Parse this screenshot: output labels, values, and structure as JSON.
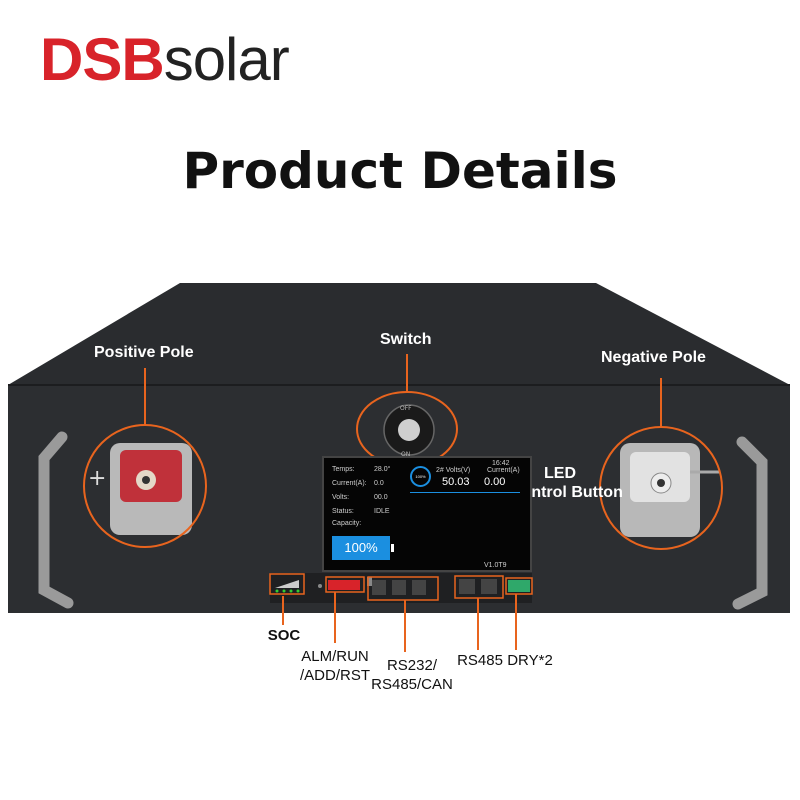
{
  "brand": {
    "part1": "DSB",
    "part2": "solar"
  },
  "title": "Product Details",
  "callouts": {
    "positive_pole": "Positive Pole",
    "switch": "Switch",
    "negative_pole": "Negative Pole",
    "led_line1": "LED",
    "led_line2": "Control Button"
  },
  "lcd": {
    "temps_label": "Temps:",
    "temps_value": "28.0°",
    "current_label": "Current(A):",
    "current_value": "0.0",
    "volts_label": "Volts:",
    "volts_value": "00.0",
    "status_label": "Status:",
    "status_value": "IDLE",
    "capacity_label": "Capacity:",
    "time": "16:42",
    "volts_header": "2# Volts(V)",
    "current_header": "Current(A)",
    "volts_reading": "50.03",
    "current_reading": "0.00",
    "ring": "100%",
    "battery_percent": "100%",
    "version": "V1.0T9"
  },
  "port_labels": {
    "soc": "SOC",
    "alm_run_line1": "ALM/RUN",
    "alm_run_line2": "/ADD/RST",
    "rs232_line1": "RS232/",
    "rs232_line2": "RS485/CAN",
    "rs485": "RS485",
    "dry": "DRY*2"
  },
  "colors": {
    "brand_red": "#d8232a",
    "callout_orange": "#e8641e",
    "battery_body": "#2b2d30",
    "lcd_blue": "#1b8fe0"
  }
}
